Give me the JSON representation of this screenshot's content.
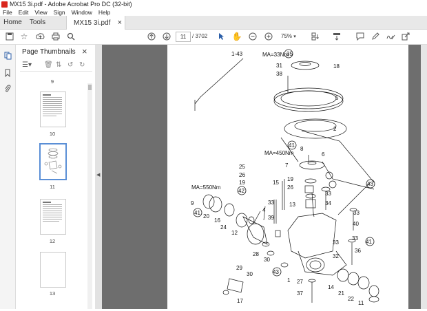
{
  "window": {
    "title": "MX15 3i.pdf - Adobe Acrobat Pro DC (32-bit)"
  },
  "menu": [
    "File",
    "Edit",
    "View",
    "Sign",
    "Window",
    "Help"
  ],
  "tabs": {
    "home": "Home",
    "tools": "Tools",
    "doc": "MX15 3i.pdf"
  },
  "toolbar": {
    "page_current": "11",
    "page_total": "/ 3702",
    "zoom": "75%"
  },
  "thumbnails": {
    "title": "Page Thumbnails",
    "pages": [
      {
        "label": "9"
      },
      {
        "label": "10"
      },
      {
        "label": "11"
      },
      {
        "label": "12"
      },
      {
        "label": "13"
      }
    ]
  },
  "diagram_labels": {
    "l1_43": "1-43",
    "ma33": "MA=33Nm",
    "n35": "35",
    "n31": "31",
    "n38": "38",
    "n18": "18",
    "n5": "5",
    "n2": "2",
    "n41a": "41",
    "n8": "8",
    "n6": "6",
    "ma450": "MA=450Nm",
    "n7": "7",
    "n25": "25",
    "n26": "26",
    "n19": "19",
    "n42": "42",
    "n43a": "43",
    "n15": "15",
    "n19b": "19",
    "n26b": "26",
    "n13": "13",
    "n33a": "33",
    "n34": "34",
    "ma550": "MA=550Nm",
    "n9": "9",
    "n4": "4",
    "n41b": "41",
    "n20": "20",
    "n16": "16",
    "n24": "24",
    "n12": "12",
    "n33b": "33",
    "n39": "39",
    "n33c": "33",
    "n40": "40",
    "n41c": "41",
    "n33d": "33",
    "n36": "36",
    "n33e": "33",
    "n32": "32",
    "n28": "28",
    "n30a": "30",
    "n29": "29",
    "n30b": "30",
    "n43b": "43",
    "n1": "1",
    "n27": "27",
    "n14": "14",
    "n37": "37",
    "n21": "21",
    "n22": "22",
    "n11": "11",
    "n17": "17"
  }
}
